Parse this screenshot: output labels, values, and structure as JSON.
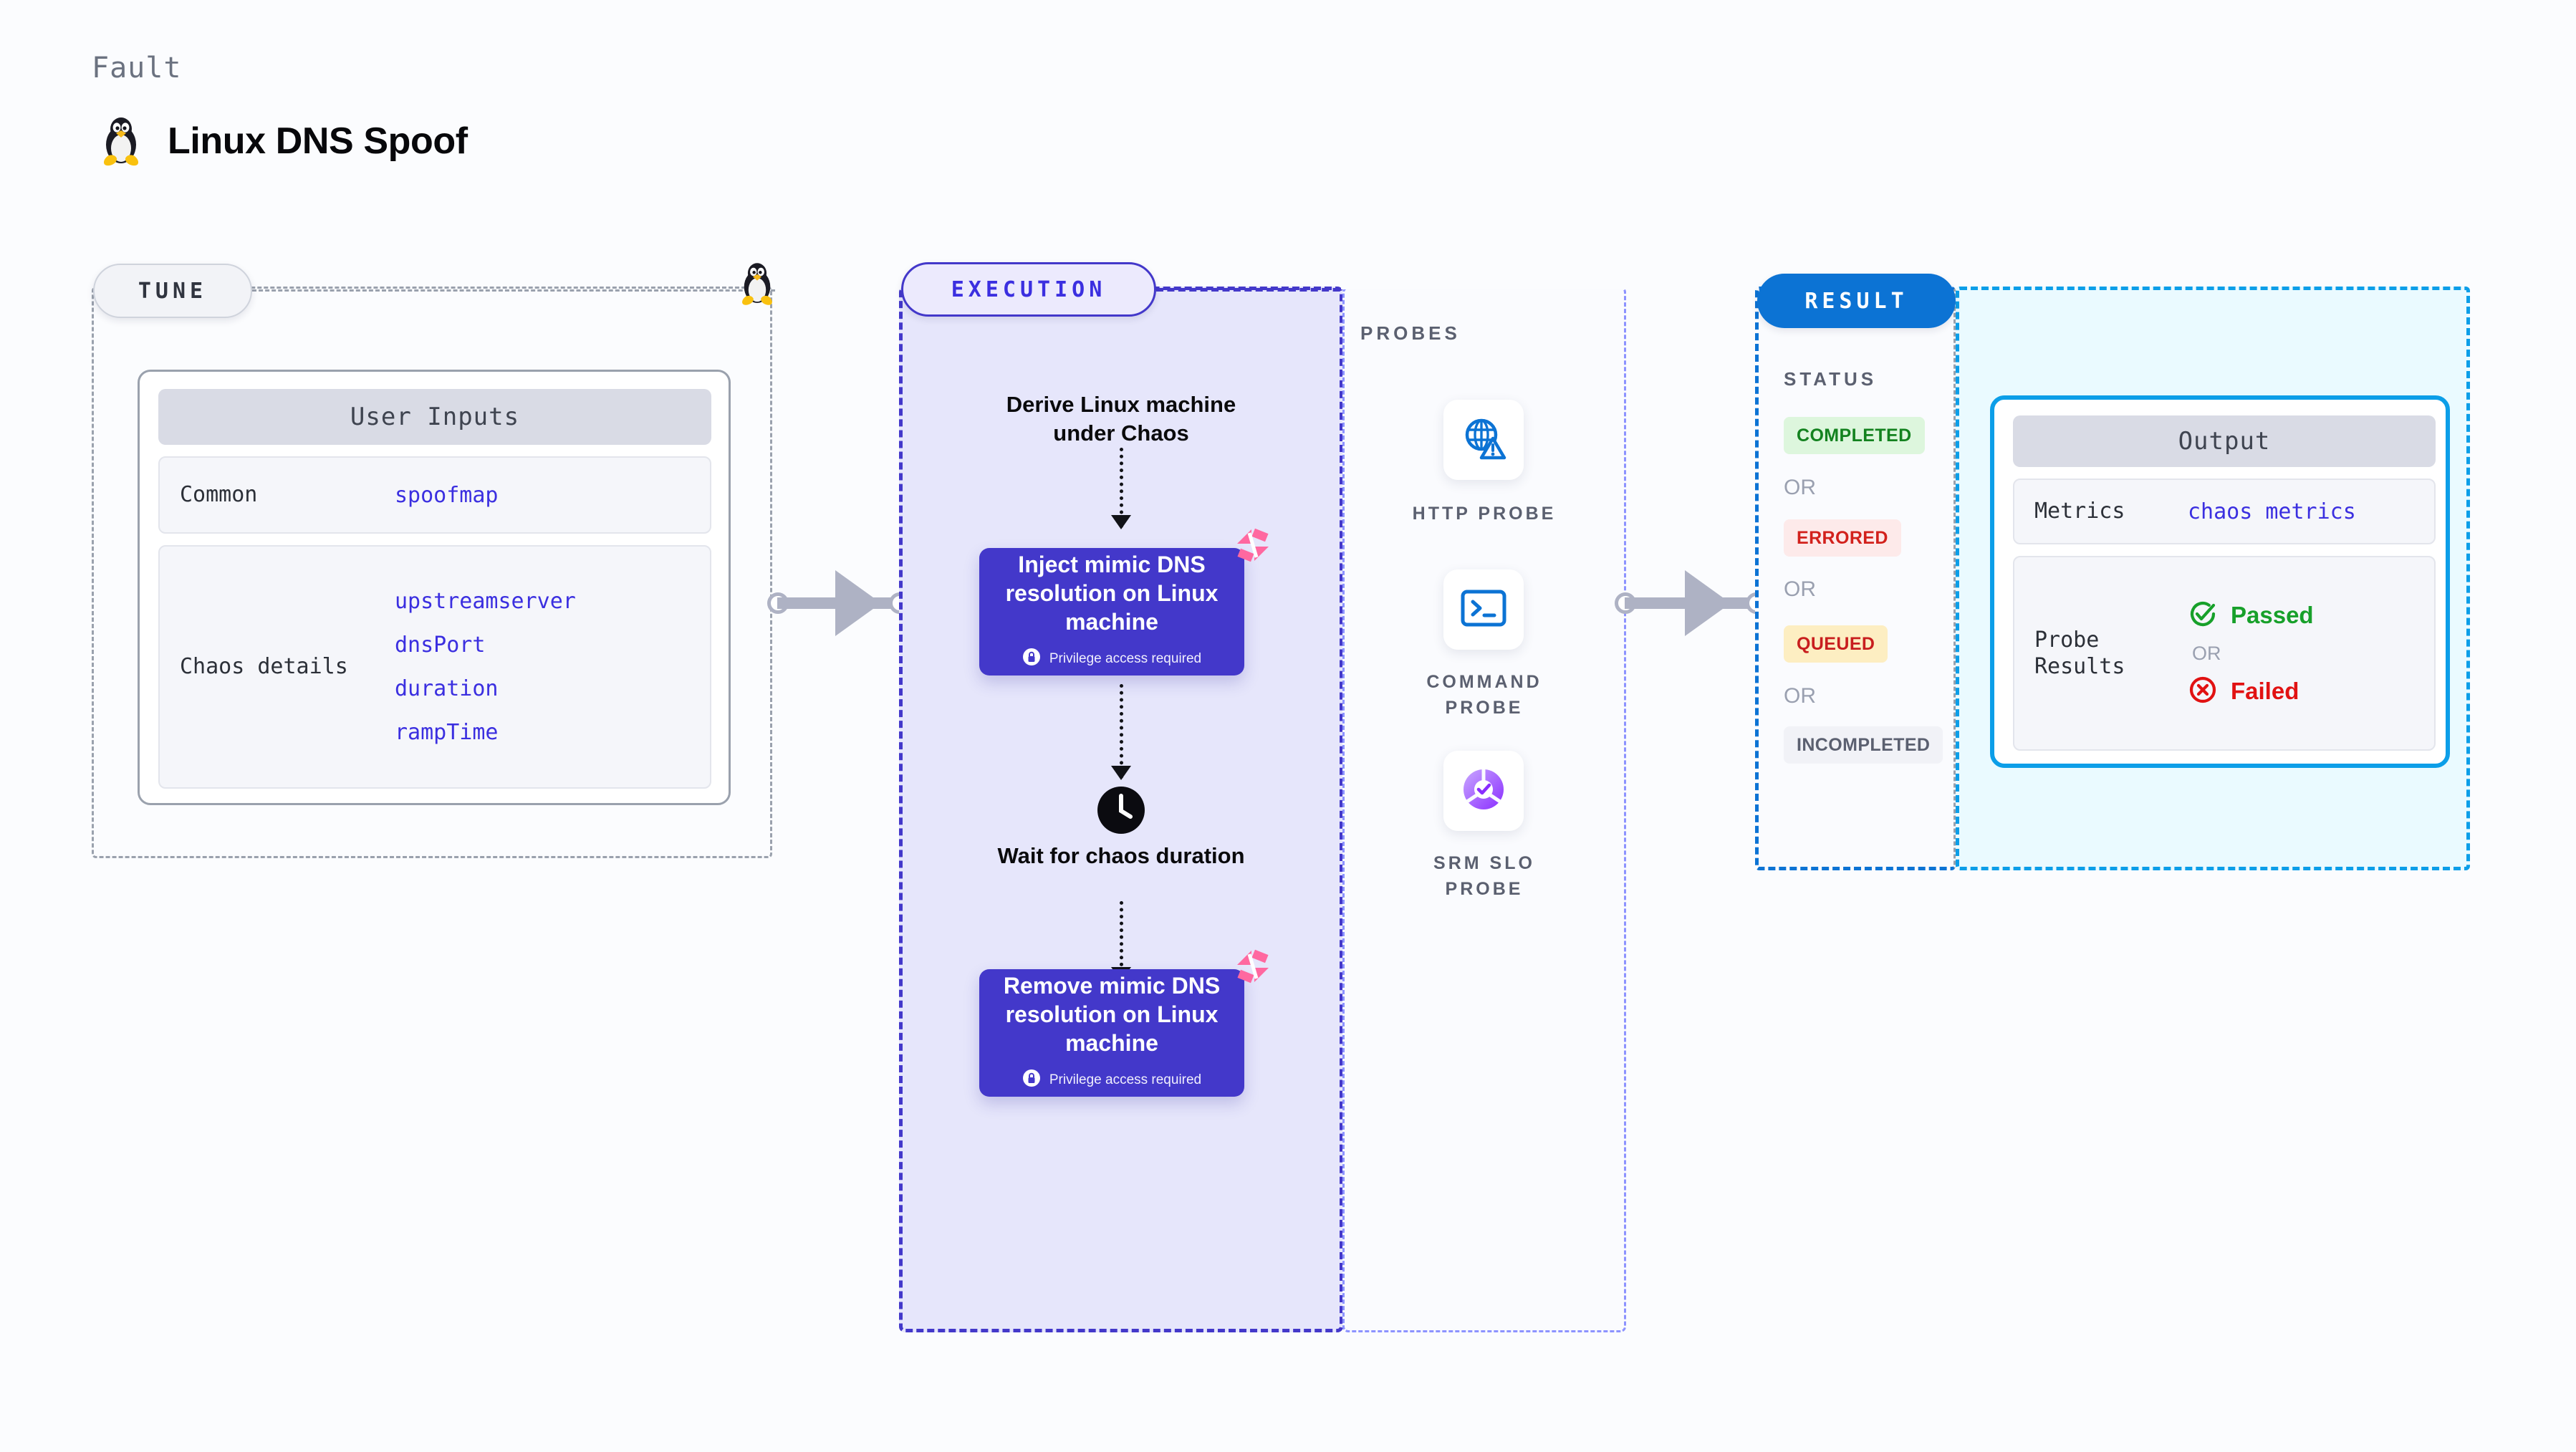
{
  "header": {
    "kicker": "Fault",
    "title": "Linux DNS Spoof",
    "icon": "linux-penguin-icon"
  },
  "tune": {
    "chip_label": "TUNE",
    "card_title": "User Inputs",
    "rows": [
      {
        "key": "Common",
        "values": [
          "spoofmap"
        ]
      },
      {
        "key": "Chaos details",
        "values": [
          "upstreamserver",
          "dnsPort",
          "duration",
          "rampTime"
        ]
      }
    ]
  },
  "execution": {
    "chip_label": "EXECUTION",
    "derive_label": "Derive Linux machine\nunder Chaos",
    "inject_step": {
      "text": "Inject mimic DNS resolution on Linux machine",
      "privilege_note": "Privilege access required",
      "badge": "harness-logo-icon"
    },
    "wait_label": "Wait for chaos\nduration",
    "wait_icon": "clock-icon",
    "remove_step": {
      "text": "Remove mimic DNS resolution on Linux machine",
      "privilege_note": "Privilege access required",
      "badge": "harness-logo-icon"
    }
  },
  "probes": {
    "section_label": "PROBES",
    "items": [
      {
        "label": "HTTP PROBE",
        "icon": "globe-warning-icon",
        "color": "#0c73d4"
      },
      {
        "label": "COMMAND\nPROBE",
        "icon": "terminal-icon",
        "color": "#0c73d4"
      },
      {
        "label": "SRM SLO\nPROBE",
        "icon": "slo-gauge-check-icon",
        "color": "#9a4dff"
      }
    ]
  },
  "result": {
    "chip_label": "RESULT",
    "status_label": "STATUS",
    "or_label": "OR",
    "statuses": [
      {
        "label": "COMPLETED",
        "fg": "#13821f",
        "bg": "#ddf6dd"
      },
      {
        "label": "ERRORED",
        "fg": "#d2211c",
        "bg": "#fdeaea"
      },
      {
        "label": "QUEUED",
        "fg": "#c81e1e",
        "bg": "#fdeec2"
      },
      {
        "label": "INCOMPLETED",
        "fg": "#5b6070",
        "bg": "#f1f2f7"
      }
    ],
    "output": {
      "title": "Output",
      "rows": [
        {
          "key": "Metrics",
          "value": "chaos metrics"
        }
      ],
      "probe_results": {
        "key": "Probe\nResults",
        "passed": "Passed",
        "or": "OR",
        "failed": "Failed",
        "passed_color": "#17a02a",
        "failed_color": "#e11212"
      }
    }
  },
  "colors": {
    "execution_purple": "#4338ca",
    "result_blue": "#0c73d4",
    "output_cyan": "#0c9ee8",
    "harness_pink": "#ff68a0",
    "value_indigo": "#3b2fe0"
  }
}
